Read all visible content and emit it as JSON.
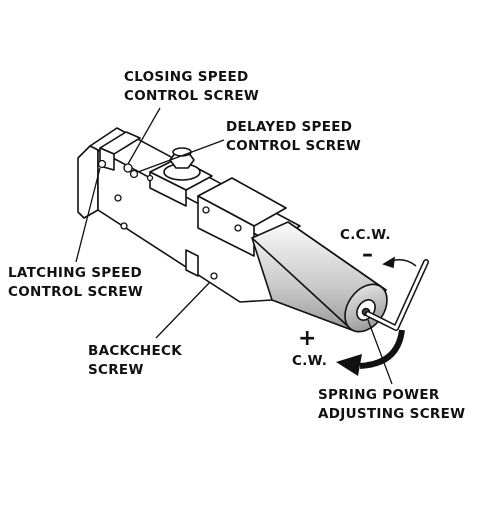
{
  "labels": {
    "closing": [
      "CLOSING SPEED",
      "CONTROL SCREW"
    ],
    "delayed": [
      "DELAYED SPEED",
      "CONTROL SCREW"
    ],
    "latching": [
      "LATCHING SPEED",
      "CONTROL SCREW"
    ],
    "backcheck": [
      "BACKCHECK",
      "SCREW"
    ],
    "spring": [
      "SPRING POWER",
      "ADJUSTING SCREW"
    ],
    "ccw": "C.C.W.",
    "cw": "C.W.",
    "minus": "–",
    "plus": "+"
  },
  "colors": {
    "ink": "#111111",
    "paper": "#ffffff",
    "shade": "#d9d9d9"
  }
}
